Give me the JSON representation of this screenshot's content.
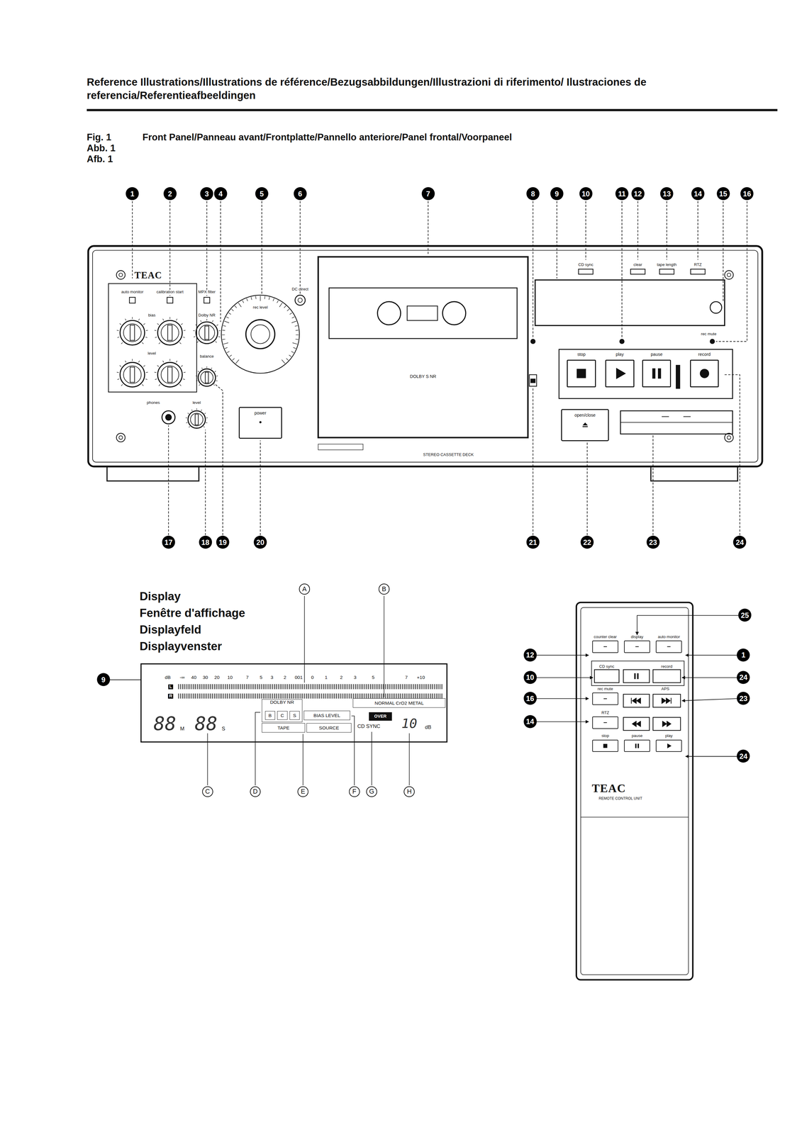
{
  "diagram": {
    "title": "Reference Illustrations/Illustrations de référence/Bezugsabbildungen/Illustrazioni di riferimento/ Ilustraciones de referencia/Referentieafbeeldingen",
    "nodes": [
      {
        "text": [
          "NORMAL CrO2 METAL"
        ]
      },
      {
        "text": [
          "DOLBY NR"
        ]
      },
      {
        "text": [
          "B"
        ],
        "in": 1
      },
      {
        "text": [
          "C"
        ],
        "in": 1
      },
      {
        "text": [
          "S"
        ],
        "in": 1
      },
      {
        "text": [
          "BIAS LEVEL"
        ]
      },
      {
        "text": [
          "TAPE"
        ]
      },
      {
        "text": [
          "SOURCE"
        ]
      },
      {
        "text": [
          "OVER"
        ]
      },
      {
        "text": [
          "stop"
        ]
      },
      {
        "text": [
          "play"
        ]
      },
      {
        "text": [
          "pause"
        ]
      },
      {
        "text": [
          "record"
        ]
      },
      {
        "text": [
          "power"
        ]
      },
      {
        "text": [
          "open/close"
        ]
      },
      {
        "text": [
          "counter clear"
        ]
      },
      {
        "text": [
          "display"
        ]
      },
      {
        "text": [
          "auto monitor"
        ]
      },
      {
        "text": [
          "rec mute"
        ]
      },
      {
        "text": [
          "RTZ"
        ]
      },
      {
        "text": [
          "stop"
        ]
      },
      {
        "text": [
          "pause"
        ]
      },
      {
        "text": [
          "play"
        ]
      }
    ],
    "labels": [
      "Fig. 1",
      "Abb. 1",
      "Afb. 1",
      "Front Panel/Panneau avant/Frontplatte/Pannello anteriore/Panel frontal/Voorpaneel",
      "1",
      "2",
      "3",
      "4",
      "5",
      "6",
      "7",
      "8",
      "9",
      "10",
      "11",
      "12",
      "13",
      "14",
      "15",
      "16",
      "17",
      "18",
      "19",
      "20",
      "21",
      "22",
      "23",
      "24",
      "TEAC",
      "auto monitor",
      "calibration start",
      "MPX filter",
      "Dolby NR",
      "bias",
      "level",
      "balance",
      "rec level",
      "DC direct",
      "phones",
      "level",
      "DOLBY S NR",
      "STEREO CASSETTE DECK",
      "CD sync",
      "clear",
      "tape length",
      "RTZ",
      "rec mute",
      "Display",
      "Fenêtre d'affichage",
      "Displayfeld",
      "Displayvenster",
      "9",
      "A",
      "B",
      "C",
      "D",
      "E",
      "F",
      "G",
      "H",
      "dB",
      "-∞",
      "40",
      "30",
      "20",
      "10",
      "7",
      "5",
      "3",
      "2",
      "001",
      "0",
      "1",
      "2",
      "3",
      "5",
      "7",
      "+10",
      "L",
      "R",
      "88",
      "M",
      "88",
      "S",
      "CD SYNC",
      "10",
      "dB",
      "25",
      "12",
      "1",
      "10",
      "24",
      "16",
      "23",
      "14",
      "24",
      "CD sync",
      "record",
      "APS",
      "TEAC",
      "REMOTE CONTROL UNIT"
    ]
  }
}
